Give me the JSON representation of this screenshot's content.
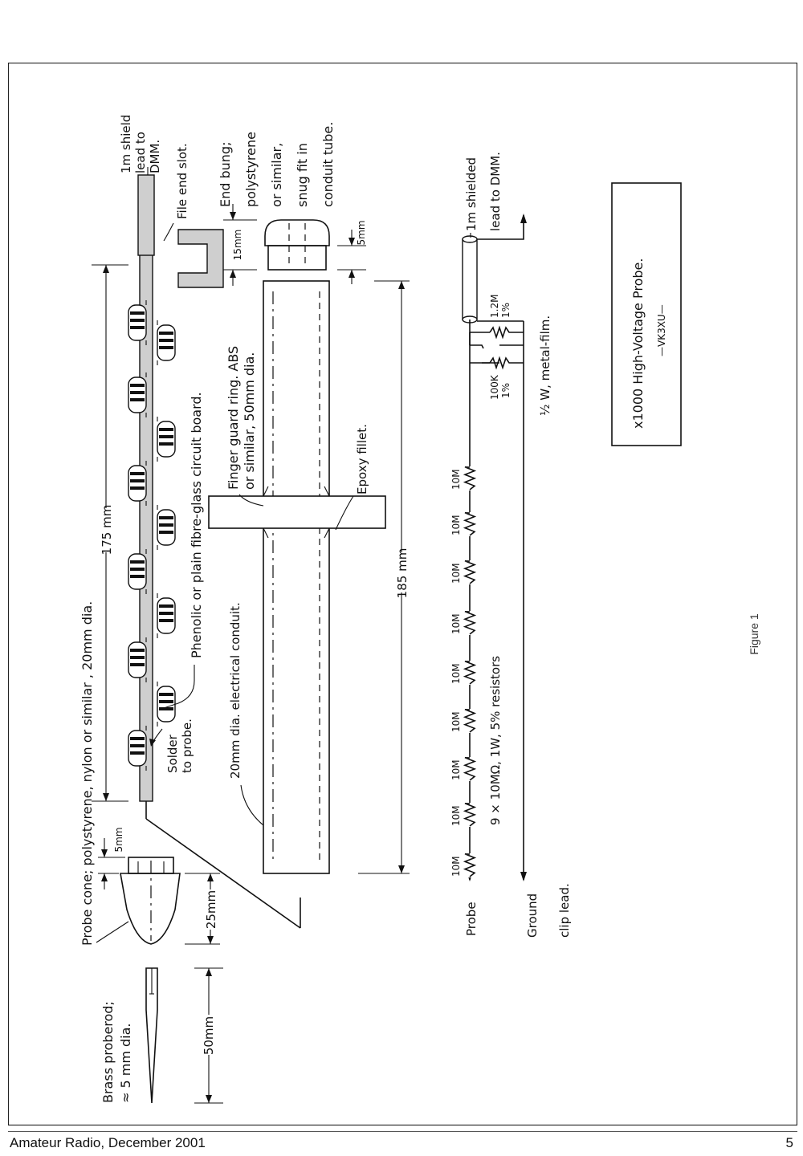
{
  "parts": {
    "probe_cone": "Probe cone; polystyrene, nylon or similar , 20mm dia.",
    "dim_5mm_cone": "5mm",
    "dim_25mm": "25mm",
    "brass_rod_1": "Brass proberod;",
    "brass_rod_2": "≈ 5 mm dia.",
    "dim_50mm": "50mm",
    "dim_175mm": "175 mm",
    "board_1": "Phenolic or plain fibre-glass circuit board.",
    "solder_1": "Solder",
    "solder_2": "to probe.",
    "shield_1": "1m shield",
    "shield_2": "lead to",
    "shield_3": "DMM.",
    "file_slot": "File end slot.",
    "conduit": "20mm dia. electrical conduit.",
    "finger_1": "Finger guard ring. ABS",
    "finger_2": "or similar, 50mm dia.",
    "epoxy": "Epoxy fillet.",
    "dim_185mm": "185 mm",
    "dim_15mm": "15mm",
    "dim_5mm_bung": "5mm",
    "bung_1": "End bung;",
    "bung_2": "polystyrene",
    "bung_3": "or similar,",
    "bung_4": "snug fit in",
    "bung_5": "conduit tube."
  },
  "schematic": {
    "probe": "Probe",
    "ground_1": "Ground",
    "ground_2": "clip lead.",
    "resistors": [
      "10M",
      "10M",
      "10M",
      "10M",
      "10M",
      "10M",
      "10M",
      "10M",
      "10M"
    ],
    "resistors_note": "9 × 10MΩ, 1W, 5% resistors",
    "r100k_1": "100K",
    "r100k_2": "1%",
    "r12m_1": "1.2M",
    "r12m_2": "1%",
    "metal_film": "½ W, metal-film.",
    "shielded_1": "1m shielded",
    "shielded_2": "lead to DMM.",
    "title": "x1000 High-Voltage Probe.",
    "author": "—VK3XU—"
  },
  "figure_caption": "Figure 1",
  "footer": {
    "publication": "Amateur Radio, December 2001",
    "page": "5"
  }
}
